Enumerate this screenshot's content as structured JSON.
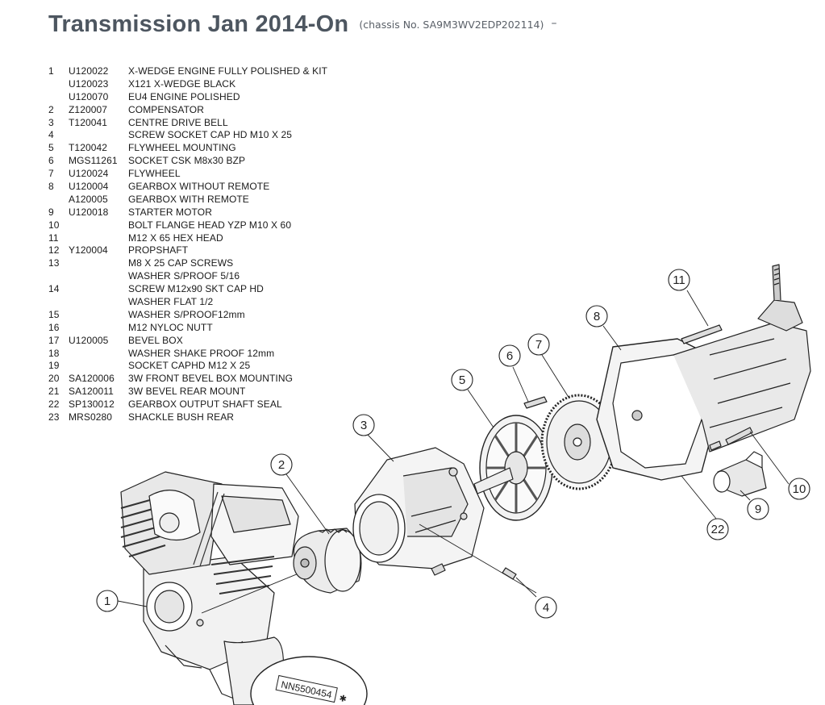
{
  "header": {
    "title": "Transmission Jan 2014-On",
    "subtitle": "(chassis No. SA9M3WV2EDP202114)",
    "dash": "–"
  },
  "parts": [
    {
      "num": "1",
      "code": "U120022",
      "desc": "X-WEDGE ENGINE FULLY POLISHED & KIT"
    },
    {
      "num": "",
      "code": "U120023",
      "desc": "X121 X-WEDGE BLACK"
    },
    {
      "num": "",
      "code": "U120070",
      "desc": "EU4 ENGINE POLISHED"
    },
    {
      "num": "2",
      "code": "Z120007",
      "desc": "COMPENSATOR"
    },
    {
      "num": "3",
      "code": "T120041",
      "desc": "CENTRE DRIVE BELL"
    },
    {
      "num": "4",
      "code": "",
      "desc": "SCREW SOCKET CAP HD M10 X 25"
    },
    {
      "num": "5",
      "code": "T120042",
      "desc": "FLYWHEEL MOUNTING"
    },
    {
      "num": "6",
      "code": "MGS11261",
      "desc": "SOCKET CSK M8x30 BZP"
    },
    {
      "num": "7",
      "code": "U120024",
      "desc": "FLYWHEEL"
    },
    {
      "num": "8",
      "code": "U120004",
      "desc": "GEARBOX WITHOUT REMOTE"
    },
    {
      "num": "",
      "code": "A120005",
      "desc": "GEARBOX WITH REMOTE"
    },
    {
      "num": "9",
      "code": "U120018",
      "desc": "STARTER MOTOR"
    },
    {
      "num": "10",
      "code": "",
      "desc": "BOLT FLANGE HEAD YZP M10 X 60"
    },
    {
      "num": "11",
      "code": "",
      "desc": "M12 X 65 HEX HEAD"
    },
    {
      "num": "12",
      "code": "Y120004",
      "desc": "PROPSHAFT"
    },
    {
      "num": "13",
      "code": "",
      "desc": "M8 X 25 CAP SCREWS"
    },
    {
      "num": "",
      "code": "",
      "desc": "WASHER S/PROOF 5/16"
    },
    {
      "num": "14",
      "code": "",
      "desc": "SCREW M12x90 SKT CAP HD"
    },
    {
      "num": "",
      "code": "",
      "desc": "WASHER FLAT 1/2"
    },
    {
      "num": "15",
      "code": "",
      "desc": "WASHER S/PROOF12mm"
    },
    {
      "num": "16",
      "code": "",
      "desc": "M12 NYLOC NUTT"
    },
    {
      "num": "17",
      "code": "U120005",
      "desc": "BEVEL BOX"
    },
    {
      "num": "18",
      "code": "",
      "desc": "WASHER SHAKE PROOF 12mm"
    },
    {
      "num": "19",
      "code": "",
      "desc": "SOCKET CAPHD M12 X 25"
    },
    {
      "num": "20",
      "code": "SA120006",
      "desc": "3W FRONT BEVEL BOX MOUNTING"
    },
    {
      "num": "21",
      "code": "SA120011",
      "desc": "3W BEVEL REAR MOUNT"
    },
    {
      "num": "22",
      "code": "SP130012",
      "desc": "GEARBOX OUTPUT SHAFT SEAL"
    },
    {
      "num": "23",
      "code": "MRS0280",
      "desc": "SHACKLE BUSH REAR"
    }
  ],
  "callouts": [
    "1",
    "2",
    "3",
    "4",
    "5",
    "6",
    "7",
    "8",
    "9",
    "10",
    "11",
    "22"
  ],
  "engine_label": "NN5500454",
  "engine_label_mark": "✱"
}
